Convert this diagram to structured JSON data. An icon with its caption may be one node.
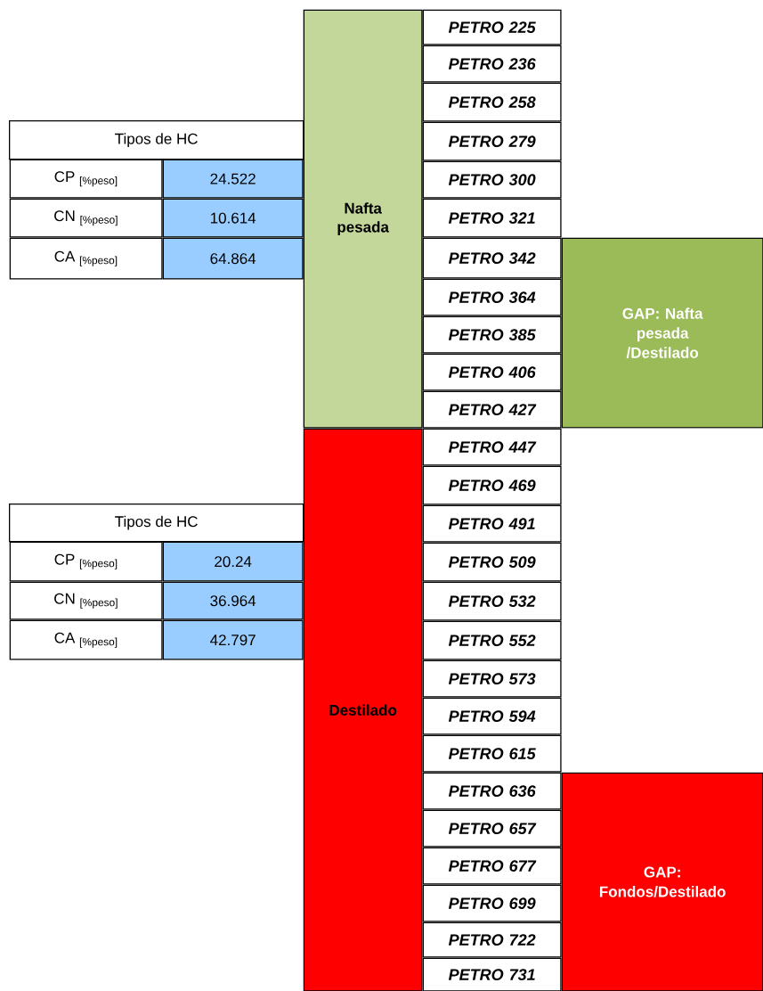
{
  "diagram": {
    "nodes": [
      {
        "text": [
          "Nafta pesada"
        ]
      },
      {
        "text": [
          "Destilado"
        ]
      },
      {
        "text": [
          "PETRO 225"
        ]
      },
      {
        "text": [
          "PETRO 236"
        ]
      },
      {
        "text": [
          "PETRO 258"
        ]
      },
      {
        "text": [
          "PETRO 279"
        ]
      },
      {
        "text": [
          "PETRO 300"
        ]
      },
      {
        "text": [
          "PETRO 321"
        ]
      },
      {
        "text": [
          "PETRO 342"
        ]
      },
      {
        "text": [
          "PETRO 364"
        ]
      },
      {
        "text": [
          "PETRO 385"
        ]
      },
      {
        "text": [
          "PETRO 406"
        ]
      },
      {
        "text": [
          "PETRO 427"
        ]
      },
      {
        "text": [
          "PETRO 447"
        ]
      },
      {
        "text": [
          "PETRO 469"
        ]
      },
      {
        "text": [
          "PETRO 491"
        ]
      },
      {
        "text": [
          "PETRO 509"
        ]
      },
      {
        "text": [
          "PETRO 532"
        ]
      },
      {
        "text": [
          "PETRO 552"
        ]
      },
      {
        "text": [
          "PETRO 573"
        ]
      },
      {
        "text": [
          "PETRO 594"
        ]
      },
      {
        "text": [
          "PETRO 615"
        ]
      },
      {
        "text": [
          "PETRO 636"
        ]
      },
      {
        "text": [
          "PETRO 657"
        ]
      },
      {
        "text": [
          "PETRO 677"
        ]
      },
      {
        "text": [
          "PETRO 699"
        ]
      },
      {
        "text": [
          "PETRO 722"
        ]
      },
      {
        "text": [
          "PETRO 731"
        ]
      },
      {
        "text": [
          "GAP: Nafta pesada /Destilado"
        ]
      },
      {
        "text": [
          "GAP: Fondos/Destilado"
        ]
      }
    ],
    "labels": [
      "Tipos de HC",
      "CP $_{[%peso]}$",
      "24.522",
      "CN $_{[%peso]}$",
      "10.614",
      "CA $_{[%peso]}$",
      "64.864",
      "Tipos de HC",
      "CP $_{[%peso]}$",
      "20.24",
      "CN $_{[%peso]}$",
      "36.964",
      "CA $_{[%peso]}$",
      "42.797"
    ]
  }
}
